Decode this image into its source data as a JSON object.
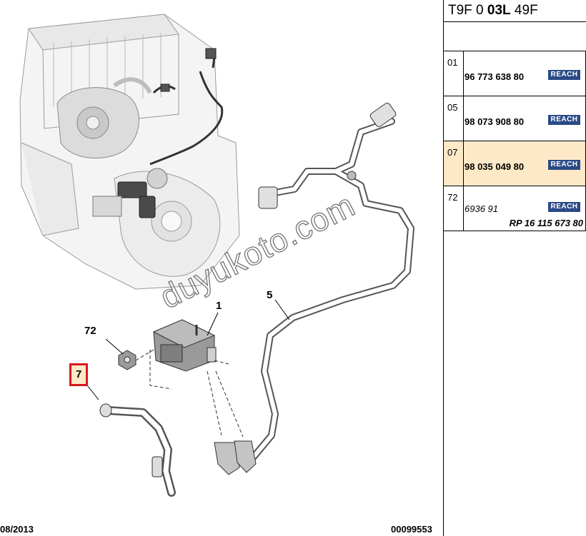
{
  "panel": {
    "code_prefix": "T9F 0 ",
    "code_bold": "03L",
    "code_suffix": " 49F",
    "parts": [
      {
        "index": "01",
        "number": "96 773 638 80",
        "badge": "REACH",
        "selected": false
      },
      {
        "index": "05",
        "number": "98 073 908 80",
        "badge": "REACH",
        "selected": false
      },
      {
        "index": "07",
        "number": "98 035 049 80",
        "badge": "REACH",
        "selected": true
      },
      {
        "index": "72",
        "number": "6936 91",
        "badge": "REACH",
        "selected": false,
        "extra": "RP 16 115 673 80"
      }
    ]
  },
  "diagram": {
    "callouts": [
      "1",
      "5",
      "72",
      "7"
    ],
    "highlighted_callout": "7",
    "watermark": "duyukoto.com",
    "footer_date": "08/2013",
    "footer_ref": "00099553"
  },
  "colors": {
    "highlight_fill": "#fde9c8",
    "highlight_border": "#d7191f",
    "badge_blue": "#2a4a86"
  }
}
